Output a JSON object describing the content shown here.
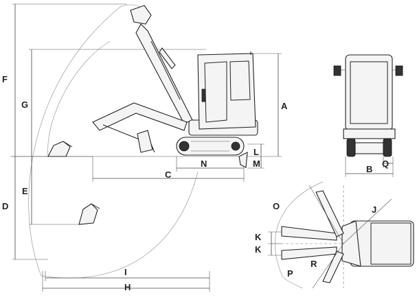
{
  "dimension_labels": {
    "A": "A",
    "B": "B",
    "C": "C",
    "D": "D",
    "E": "E",
    "F": "F",
    "G": "G",
    "H": "H",
    "I": "I",
    "J": "J",
    "K1": "K",
    "K2": "K",
    "L": "L",
    "M": "M",
    "N": "N",
    "O": "O",
    "P": "P",
    "Q": "Q",
    "R": "R"
  },
  "views": [
    "side-view",
    "front-view",
    "top-view"
  ],
  "colors": {
    "line": "#222222",
    "dimension": "#444444",
    "arc": "#999999",
    "background": "#ffffff"
  }
}
